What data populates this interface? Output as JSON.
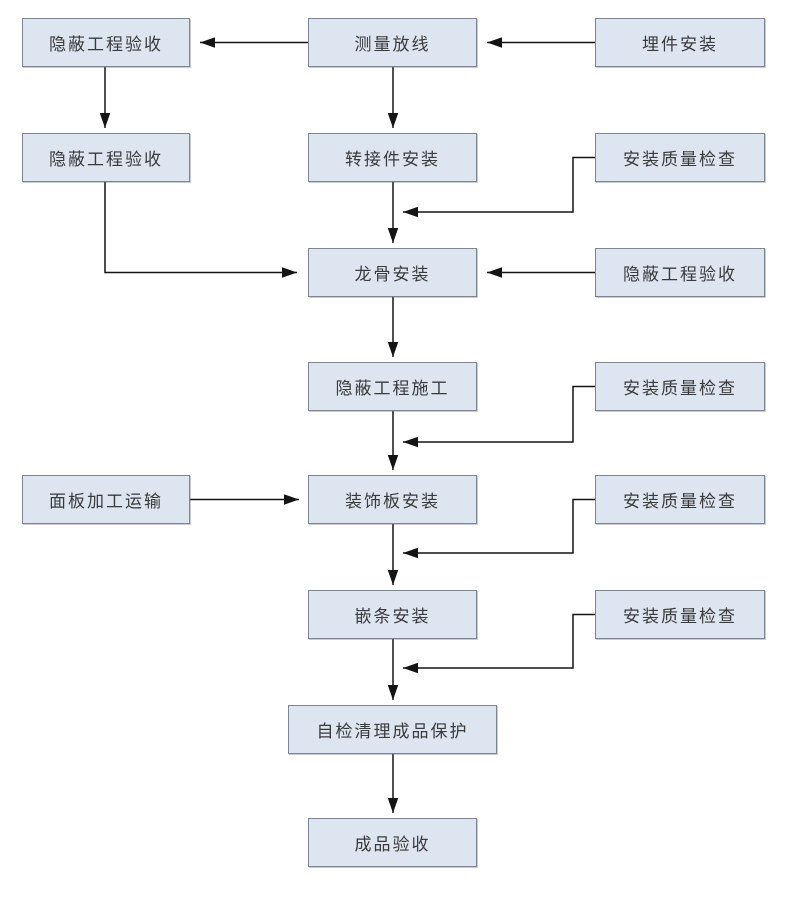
{
  "palette": {
    "box_fill": "#dde5f1",
    "box_border": "#7d8493",
    "line_color": "#141414",
    "text_color": "#3a3a3a",
    "background": "#ffffff"
  },
  "nodes": {
    "hidden_acceptance_1": "隐蔽工程验收",
    "survey_layout": "测量放线",
    "embedded_parts_install": "埋件安装",
    "hidden_acceptance_2": "隐蔽工程验收",
    "adapter_install": "转接件安装",
    "quality_check_1": "安装质量检查",
    "keel_install": "龙骨安装",
    "hidden_acceptance_3": "隐蔽工程验收",
    "hidden_work_construction": "隐蔽工程施工",
    "quality_check_2": "安装质量检查",
    "panel_processing_transport": "面板加工运输",
    "decorative_panel_install": "装饰板安装",
    "quality_check_3": "安装质量检查",
    "trim_strip_install": "嵌条安装",
    "quality_check_4": "安装质量检查",
    "self_check_cleanup_protection": "自检清理成品保护",
    "finished_product_acceptance": "成品验收"
  }
}
